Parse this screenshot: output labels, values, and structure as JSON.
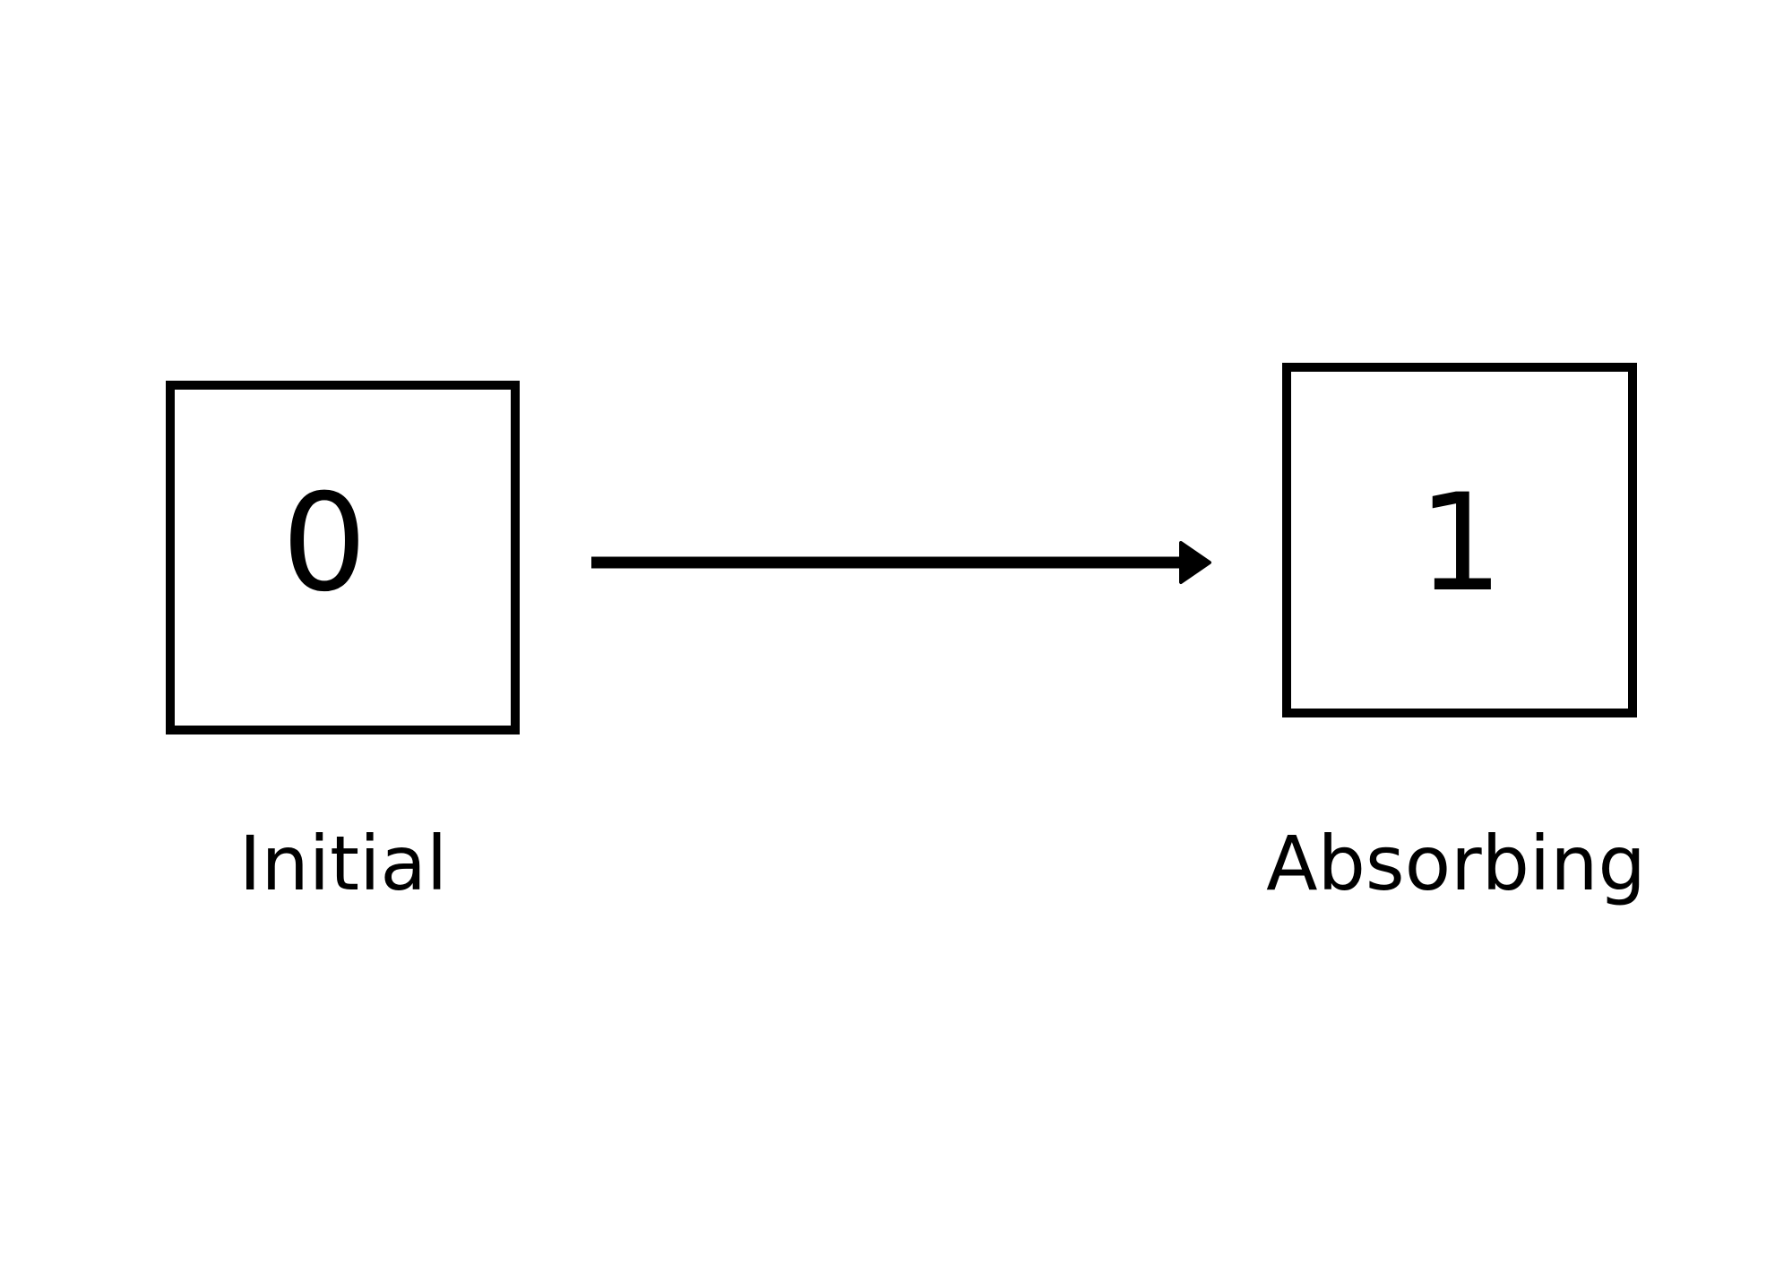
{
  "diagram": {
    "states": [
      {
        "number": "0",
        "caption": "Initial"
      },
      {
        "number": "1",
        "caption": "Absorbing"
      }
    ],
    "transitions": [
      {
        "from": "0",
        "to": "1"
      }
    ]
  }
}
